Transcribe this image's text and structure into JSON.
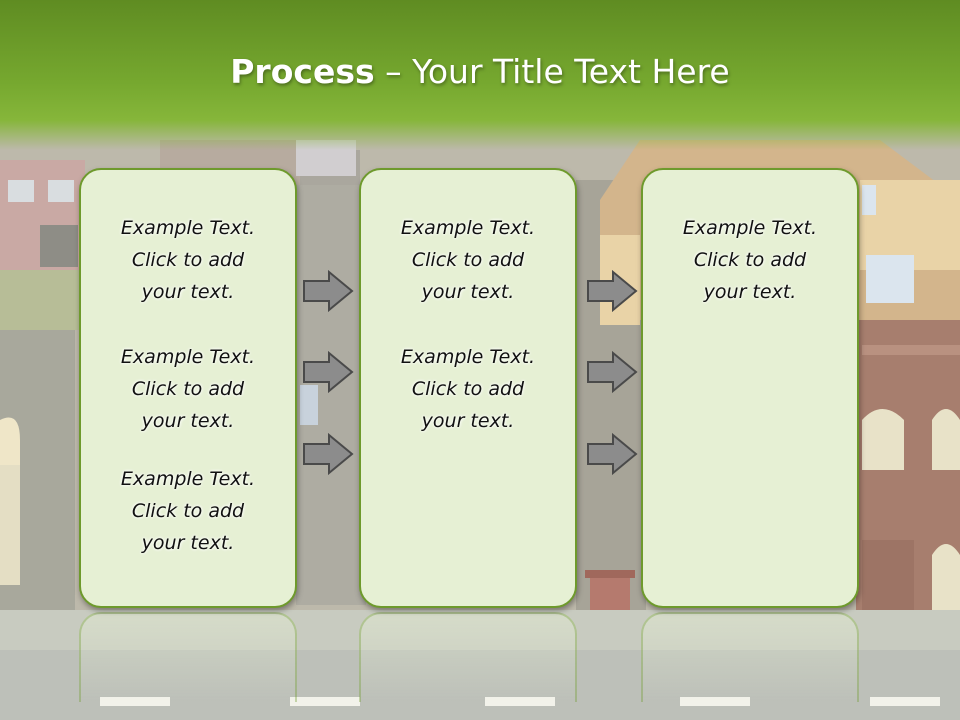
{
  "title": {
    "bold": "Process",
    "rest": "  – Your Title Text Here"
  },
  "colors": {
    "header": "#76a82f",
    "panel_fill": "#e6f0d4",
    "panel_border": "#6e9a2c",
    "arrow_fill": "#8c8c8c"
  },
  "columns": [
    {
      "items": [
        {
          "line1": "Example Text.",
          "line2": "Click  to add",
          "line3": "your text."
        },
        {
          "line1": "Example Text.",
          "line2": "Click  to add",
          "line3": "your text."
        },
        {
          "line1": "Example Text.",
          "line2": "Click  to add",
          "line3": "your text."
        }
      ]
    },
    {
      "items": [
        {
          "line1": "Example Text.",
          "line2": "Click  to add",
          "line3": "your text."
        },
        {
          "line1": "Example Text.",
          "line2": "Click  to add",
          "line3": "your text."
        }
      ]
    },
    {
      "items": [
        {
          "line1": "Example Text.",
          "line2": "Click  to add",
          "line3": "your text."
        }
      ]
    }
  ]
}
